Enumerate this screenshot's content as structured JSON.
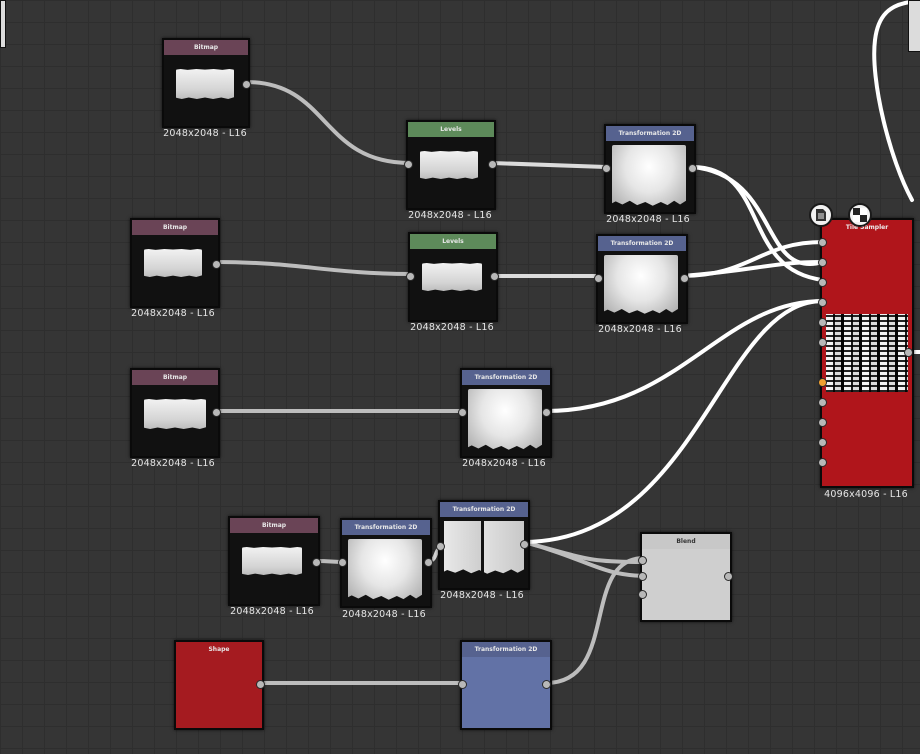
{
  "labels": {
    "bitmap": "Bitmap",
    "levels": "Levels",
    "transformation": "Transformation 2D",
    "shape": "Shape",
    "blend": "Blend",
    "tile": "Tile Sampler"
  },
  "captions": {
    "bitmap1": "2048x2048 - L16",
    "levels1": "2048x2048 - L16",
    "transform1": "2048x2048 - L16",
    "bitmap2": "2048x2048 - L16",
    "levels2": "2048x2048 - L16",
    "transform2": "2048x2048 - L16",
    "bitmap3": "2048x2048 - L16",
    "transform3": "2048x2048 - L16",
    "bitmap4": "2048x2048 - L16",
    "transform4": "2048x2048 - L16",
    "transform5": "2048x2048 - L16",
    "tile": "4096x4096 - L16"
  },
  "icons": {
    "document": "document-icon",
    "checker": "checkerboard-icon"
  },
  "colors": {
    "background": "#353535",
    "wire": "#ffffff",
    "wire_grey": "#bdbdbd",
    "bitmap_header": "#6a4456",
    "levels_header": "#5d8a5a",
    "transform_header": "#56628f",
    "tile_body": "#b0151b",
    "shape_body": "#a51b20",
    "transform_body": "#6272a6"
  }
}
